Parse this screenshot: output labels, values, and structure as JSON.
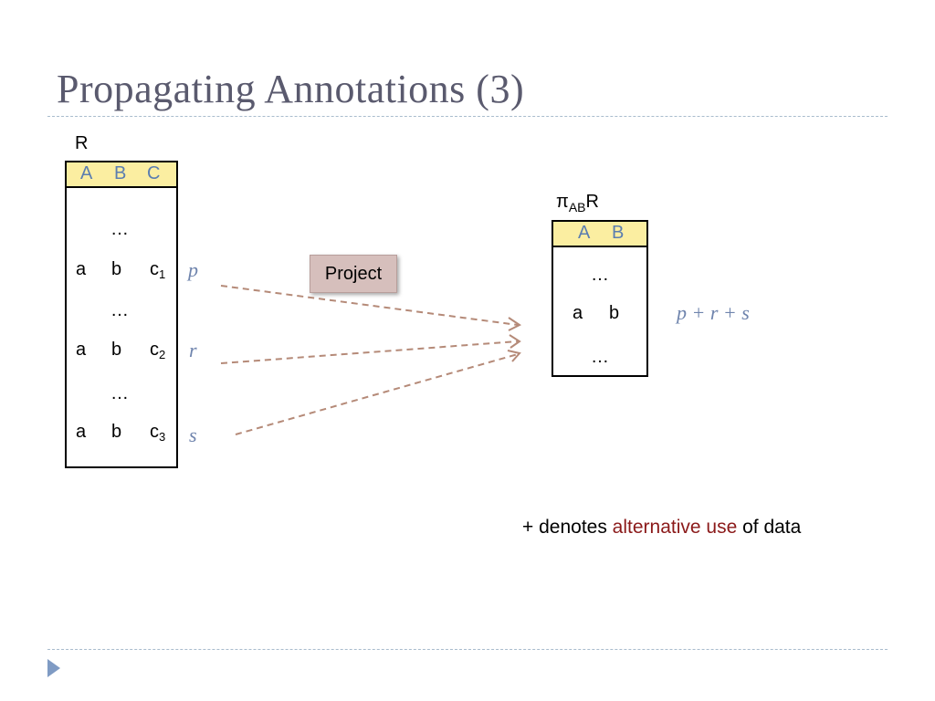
{
  "title": "Propagating Annotations (3)",
  "source_relation": {
    "name": "R",
    "headers": [
      "A",
      "B",
      "C"
    ],
    "ellipsis": "…",
    "rows": [
      {
        "a": "a",
        "b": "b",
        "c": "c",
        "c_sub": "1",
        "annotation": "p"
      },
      {
        "a": "a",
        "b": "b",
        "c": "c",
        "c_sub": "2",
        "annotation": "r"
      },
      {
        "a": "a",
        "b": "b",
        "c": "c",
        "c_sub": "3",
        "annotation": "s"
      }
    ]
  },
  "operation": {
    "label": "Project"
  },
  "result_relation": {
    "name_prefix": "π",
    "name_sub": "AB",
    "name_suffix": "R",
    "headers": [
      "A",
      "B"
    ],
    "ellipsis": "…",
    "row": {
      "a": "a",
      "b": "b"
    },
    "annotation": "p + r + s"
  },
  "note": {
    "prefix": "+ denotes ",
    "accent": "alternative use",
    "suffix": " of data"
  },
  "colors": {
    "title": "#5a5a6e",
    "header_fill": "#fbeea1",
    "header_text": "#5b7eb0",
    "annotation": "#6f84ad",
    "arrow": "#b58a78",
    "accent": "#8b1a1a",
    "rule": "#a9bccd"
  },
  "icons": {
    "nav": "triangle-right-icon"
  }
}
